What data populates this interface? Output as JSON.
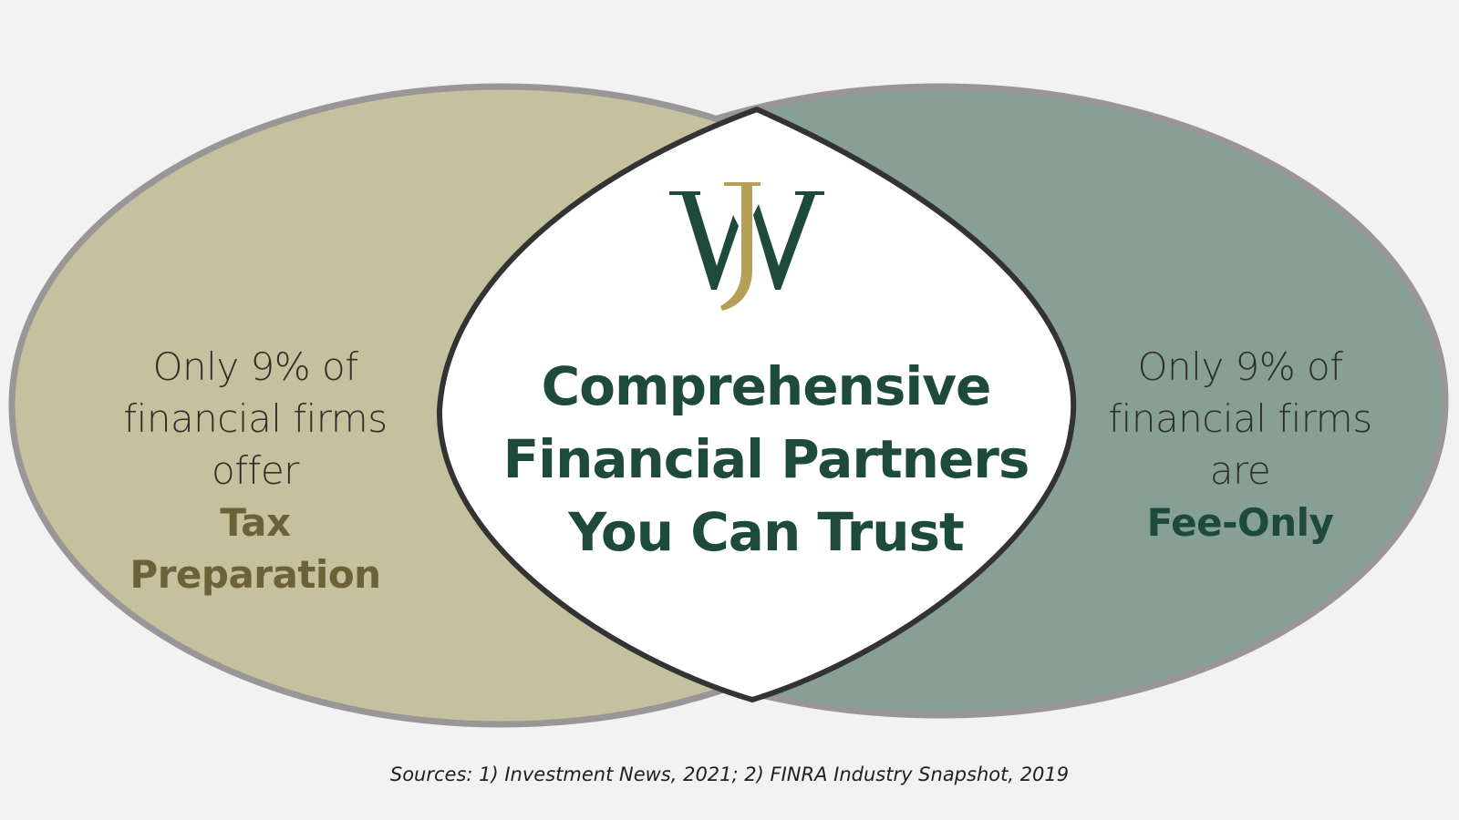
{
  "colors": {
    "background": "#f1f2f1",
    "left_fill": "#c5c09d",
    "right_fill": "#889f96",
    "center_fill": "#ffffff",
    "outline_grey": "#9a9596",
    "outline_dark": "#333333",
    "brand_green": "#1e4a3b",
    "brand_gold": "#b6a058",
    "tax_text": "#6b6239"
  },
  "left_circle": {
    "line1": "Only 9% of",
    "line2": "financial firms",
    "line3": "offer",
    "highlight": "Tax Preparation"
  },
  "right_circle": {
    "line1": "Only 9% of",
    "line2": "financial firms",
    "line3": "are",
    "highlight": "Fee-Only"
  },
  "center": {
    "logo_icon": "wjw-monogram-logo",
    "line1": "Comprehensive",
    "line2": "Financial Partners",
    "line3": "You Can Trust"
  },
  "footnote": "Sources: 1) Investment News, 2021; 2) FINRA Industry Snapshot, 2019"
}
